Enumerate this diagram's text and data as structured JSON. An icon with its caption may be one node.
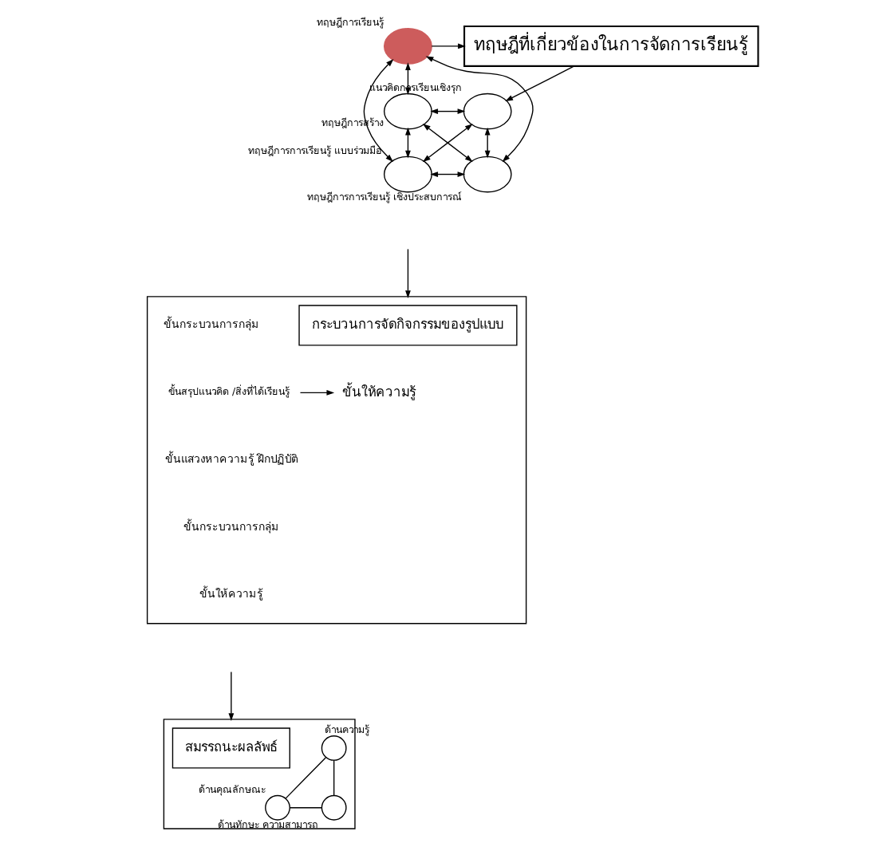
{
  "diagram": {
    "nodes": [
      {
        "text": [
          "ทฤษฎีที่เกี่ยวข้องในการจัดการเรียนรู้"
        ]
      },
      {
        "text": [
          "ทฤษฎีการเรียนรู้"
        ]
      },
      {
        "text": [
          "แนวคิดการเรียนเชิงรุก"
        ]
      },
      {
        "text": [
          "ทฤษฎีการสร้าง"
        ]
      },
      {
        "text": [
          "ทฤษฎีการการเรียนรู้ แบบร่วมมือ"
        ]
      },
      {
        "text": [
          "ทฤษฎีการการเรียนรู้ เชิงประสบการณ์"
        ]
      },
      {
        "text": [],
        "shape": "box"
      },
      {
        "text": [
          "กระบวนการจัดกิจกรรมของรูปแบบ"
        ],
        "in": 6
      },
      {
        "text": [
          "ขั้นสรุปแนวคิด /สิ่งที่ได้เรียนรู้"
        ],
        "in": 6
      },
      {
        "text": [
          "ขั้นให้ความรู้"
        ],
        "in": 6
      },
      {
        "text": [],
        "shape": "box"
      },
      {
        "text": [
          "สมรรถนะผลลัพธ์"
        ],
        "in": 10
      },
      {
        "text": [
          "ด้านความรู้"
        ],
        "in": 10
      },
      {
        "text": [
          "ด้านคุณลักษณะ"
        ],
        "in": 10
      },
      {
        "text": [
          "ด้านทักษะ ความสามารถ"
        ],
        "in": 10
      }
    ],
    "edges": [
      {
        "from": 1,
        "to": 0,
        "arrow": "to"
      },
      {
        "from": 0,
        "to": 2,
        "arrow": "to"
      },
      {
        "from": 1,
        "to": 3,
        "arrow": "both"
      },
      {
        "from": 3,
        "to": 2,
        "arrow": "both"
      },
      {
        "from": 1,
        "to": 4,
        "arrow": "both"
      },
      {
        "from": 1,
        "to": 5,
        "arrow": "both"
      },
      {
        "from": 2,
        "to": 5,
        "arrow": "both"
      },
      {
        "from": 3,
        "to": 4,
        "arrow": "both"
      },
      {
        "from": 2,
        "to": 4,
        "arrow": "both"
      },
      {
        "from": 3,
        "to": 5,
        "arrow": "both"
      },
      {
        "from": 4,
        "to": 5,
        "arrow": "both"
      },
      {
        "from": null,
        "to": 6,
        "arrow": "to"
      },
      {
        "from": 8,
        "to": 9,
        "arrow": "to"
      },
      {
        "from": null,
        "to": 10,
        "arrow": "to"
      },
      {
        "from": 12,
        "to": 13,
        "arrow": "none"
      },
      {
        "from": 12,
        "to": 14,
        "arrow": "none"
      },
      {
        "from": 13,
        "to": 14,
        "arrow": "none"
      }
    ],
    "labels": [
      "ขั้นกระบวนการกลุ่ม",
      "ขั้นแสวงหาความรู้ ฝึกปฏิบัติ",
      "ขั้นกระบวนการกลุ่ม",
      "ขั้นให้ความรู้"
    ]
  }
}
